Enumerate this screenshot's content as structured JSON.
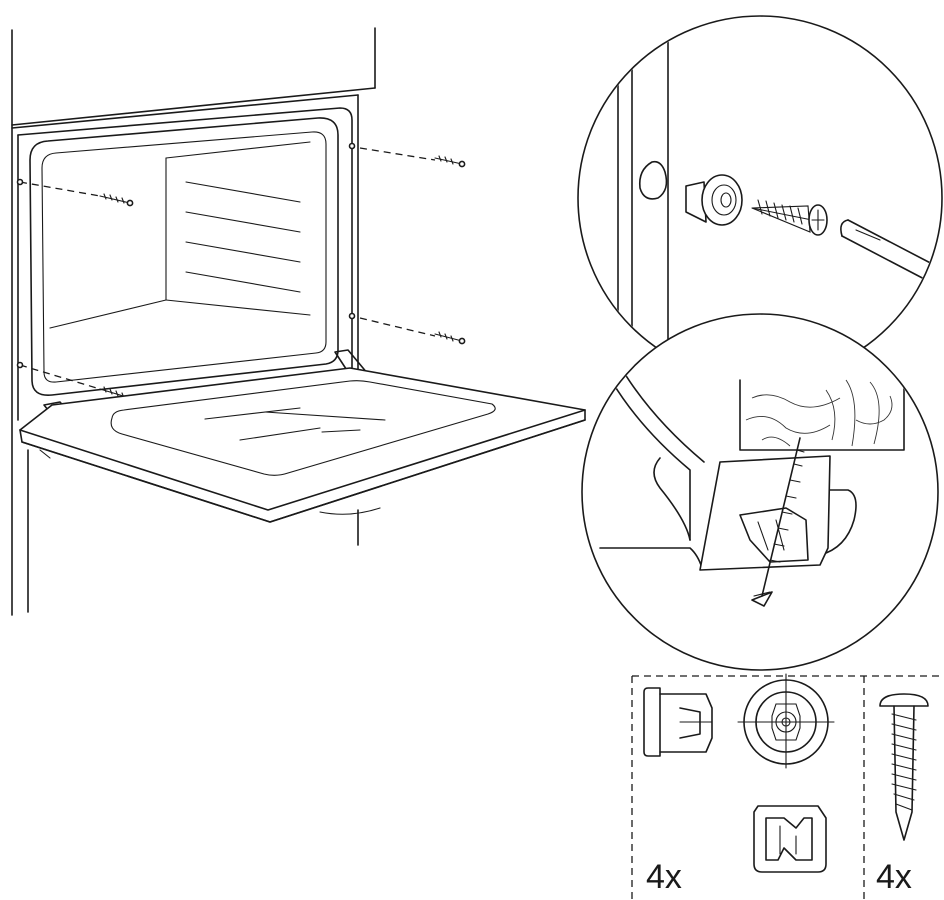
{
  "kit": {
    "qty_left": "4x",
    "qty_right": "4x"
  },
  "icons": {
    "main": "oven-cabinet-mounting-illustration",
    "detail_top": "screw-plug-magnified-detail",
    "detail_bottom": "door-hinge-screw-detail",
    "part_plug": "plastic-plug-icon",
    "part_screw": "wood-screw-icon",
    "part_bracket": "mounting-bracket-icon"
  }
}
